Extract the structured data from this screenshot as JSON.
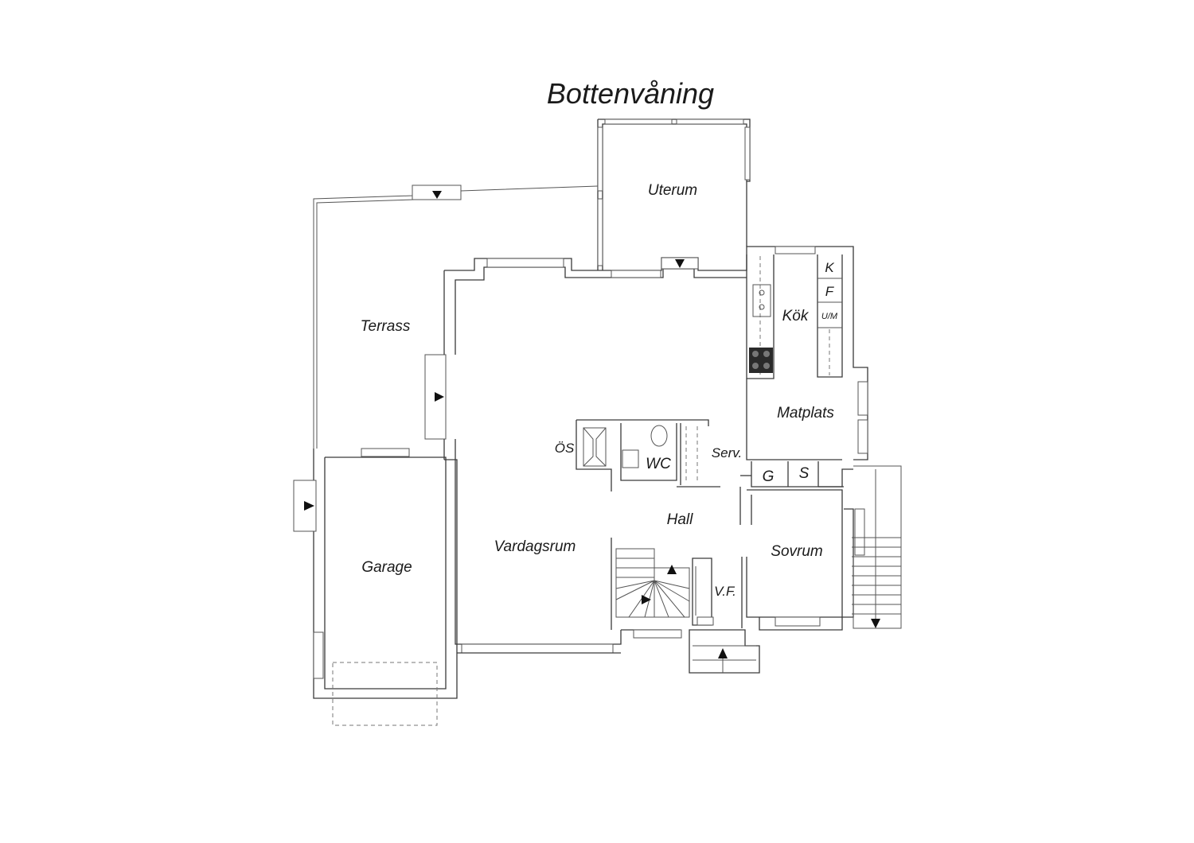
{
  "title": "Bottenvåning",
  "rooms": {
    "uterum": "Uterum",
    "terrass": "Terrass",
    "kok": "Kök",
    "matplats": "Matplats",
    "os": "ÖS",
    "wc": "WC",
    "serv": "Serv.",
    "g": "G",
    "s": "S",
    "hall": "Hall",
    "sovrum": "Sovrum",
    "vardagsrum": "Vardagsrum",
    "garage": "Garage",
    "vf": "V.F.",
    "k": "K",
    "f": "F",
    "um": "U/M"
  }
}
